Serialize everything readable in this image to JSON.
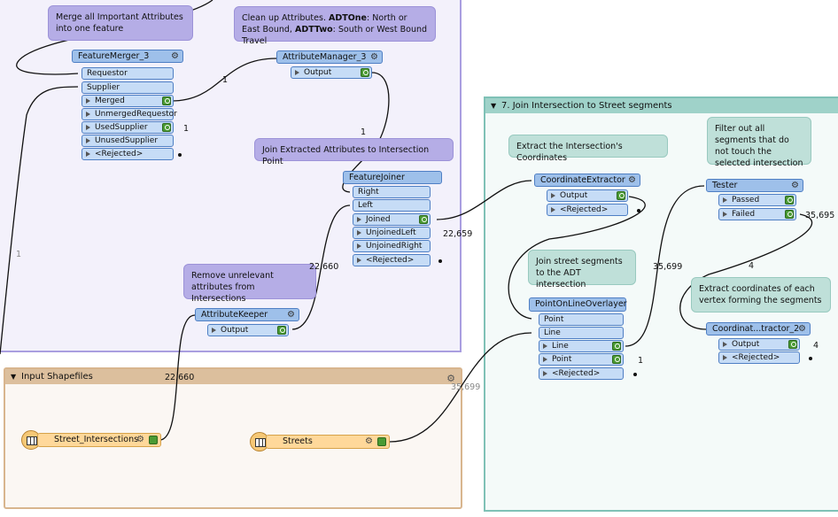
{
  "bookmarks": {
    "join": {
      "title": "7. Join Intersection to Street segments"
    },
    "input": {
      "title": "Input Shapefiles"
    }
  },
  "notes": {
    "merge": "Merge all Important Attributes into one feature",
    "cleanup_pre": "Clean up Attributes. ",
    "cleanup_b1": "ADTOne",
    "cleanup_mid": ": North or East Bound, ",
    "cleanup_b2": "ADTTwo",
    "cleanup_post": ": South or West Bound Travel",
    "joinextract": "Join Extracted Attributes to Intersection Point",
    "remove": "Remove unrelevant attributes from Intersections",
    "extractcoords": "Extract the Intersection's Coordinates",
    "filter": "Filter out all segments that do not touch the selected intersection",
    "joinstreet": "Join street segments to the ADT intersection",
    "extractvertex": "Extract coordinates of each vertex forming the segments"
  },
  "transformers": {
    "featuremerger": {
      "title": "FeatureMerger_3",
      "ports": [
        "Requestor",
        "Supplier",
        "Merged",
        "UnmergedRequestor",
        "UsedSupplier",
        "UnusedSupplier",
        "<Rejected>"
      ]
    },
    "attributemanager": {
      "title": "AttributeManager_3",
      "ports": [
        "Output"
      ]
    },
    "featurejoiner": {
      "title": "FeatureJoiner",
      "ports": [
        "Right",
        "Left",
        "Joined",
        "UnjoinedLeft",
        "UnjoinedRight",
        "<Rejected>"
      ]
    },
    "attributekeeper": {
      "title": "AttributeKeeper",
      "ports": [
        "Output"
      ]
    },
    "coordextractor": {
      "title": "CoordinateExtractor",
      "ports": [
        "Output",
        "<Rejected>"
      ]
    },
    "tester": {
      "title": "Tester",
      "ports": [
        "Passed",
        "Failed"
      ]
    },
    "pointonline": {
      "title": "PointOnLineOverlayer",
      "ports": [
        "Point",
        "Line",
        "Line",
        "Point",
        "<Rejected>"
      ]
    },
    "coordextractor2": {
      "title": "Coordinat...tractor_2",
      "ports": [
        "Output",
        "<Rejected>"
      ]
    }
  },
  "readers": {
    "intersections": "Street_Intersections",
    "streets": "Streets"
  },
  "counts": {
    "c_left1": "1",
    "c_merged": "1",
    "c_usedsupplier": "1",
    "c_am_out": "1",
    "c_unjoinedleft": "22,659",
    "c_keeper": "22,660",
    "c_keeper_in": "22,660",
    "c_streets": "35,699",
    "c_line": "35,699",
    "c_failed": "35,695",
    "c_passed": "4",
    "c_point": "1",
    "c_ce2": "4"
  },
  "colors": {
    "purple_bookmark": "#f3f1fb",
    "teal_bookmark": "#f4faf9",
    "tan_bookmark": "#fbf7f3"
  }
}
